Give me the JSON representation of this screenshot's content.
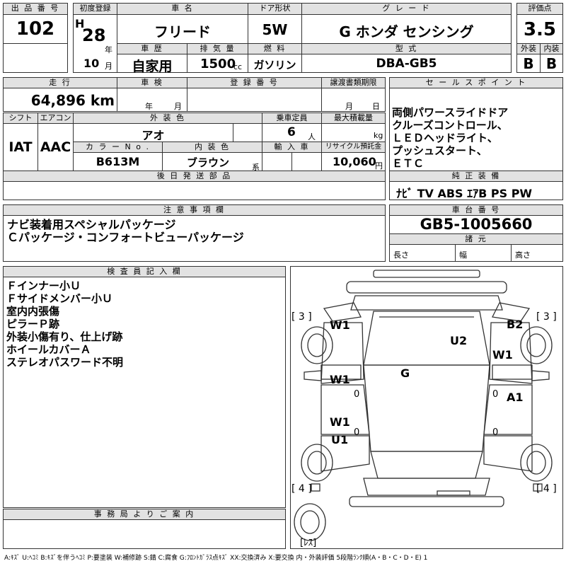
{
  "top": {
    "lot_label": "出 品 番 号",
    "lot_value": "102",
    "first_reg_label": "初度登録",
    "era": "H",
    "year": "28",
    "year_unit": "年",
    "month": "10",
    "month_unit": "月",
    "model_label": "車  名",
    "model": "フリード",
    "doors_label": "ドア形状",
    "doors": "5W",
    "grade_label": "グ レ ー ド",
    "grade": "G ホンダ センシング",
    "score_label": "評価点",
    "score": "3.5",
    "history_label": "車  歴",
    "history": "自家用",
    "displacement_label": "排 気 量",
    "displacement": "1500",
    "displacement_unit": "cc",
    "fuel_label": "燃  料",
    "fuel": "ガソリン",
    "type_label": "型  式",
    "type": "DBA-GB5",
    "exterior_label": "外装",
    "exterior": "B",
    "interior_label": "内装",
    "interior": "B"
  },
  "mid": {
    "mileage_label": "走  行",
    "mileage": "64,896 km",
    "inspection_label": "車  検",
    "inspection_year_unit": "年",
    "inspection_month_unit": "月",
    "reg_no_label": "登 録 番 号",
    "transfer_label": "譲渡書類期限",
    "transfer_month_unit": "月",
    "transfer_day_unit": "日",
    "shift_label": "シフト",
    "shift": "IAT",
    "ac_label": "エアコン",
    "ac": "AAC",
    "color_label": "外 装 色",
    "color": "アオ",
    "capacity_label": "乗車定員",
    "capacity": "6",
    "capacity_unit": "人",
    "load_label": "最大積載量",
    "load_unit": "kg",
    "color_no_label": "カ ラ ー N o .",
    "color_no": "B613M",
    "int_color_label": "内 装 色",
    "int_color": "ブラウン",
    "int_color_unit": "系",
    "import_label": "輸 入 車",
    "recycle_label": "リサイクル預託金",
    "recycle": "10,060",
    "recycle_unit": "円",
    "later_label": "後 日 発 送 部 品",
    "sales_label": "セ ー ル ス ポ イ ン ト",
    "sales_points": "両側パワースライドドア\nクルーズコントロール、\nＬＥＤヘッドライト、\nプッシュスタート、\nＥＴＣ",
    "equip_label": "純 正 装 備",
    "equipment": "ﾅﾋﾞ  TV  ABS ｴｱB PS PW"
  },
  "notes": {
    "label": "注 意 事 項 欄",
    "text": "ナビ装着用スペシャルパッケージ\nＣパッケージ・コンフォートビューパッケージ",
    "chassis_label": "車 台 番 号",
    "chassis": "GB5-1005660",
    "dims_label": "諸  元",
    "length": "長さ",
    "width": "幅",
    "height": "高さ"
  },
  "inspector": {
    "label": "検 査 員 記 入 欄",
    "text": "Ｆインナー小Ｕ\nＦサイドメンバー小Ｕ\n室内内張傷\nピラーＰ跡\n外装小傷有り、仕上げ跡\nホイールカバーＡ\nステレオパスワード不明"
  },
  "office": {
    "label": "事 務 局 よ り ご 案 内"
  },
  "diagram": {
    "tire_fl": "[ 3 ]",
    "tire_fr": "[ 3 ]",
    "tire_rl": "[ 4 ]",
    "tire_rr": "[ 4 ]",
    "spare": "[ﾚｽ]",
    "marks": [
      "W1",
      "B2",
      "U2",
      "W1",
      "G",
      "W1",
      "A1",
      "W1",
      "U1"
    ],
    "zeros": [
      "0",
      "0",
      "0",
      "0"
    ]
  },
  "footer": "A:ｷｽﾞ U:ﾍｺﾐ B:ｷｽﾞを伴うﾍｺﾐ P:要塗装 W:補修跡 S:錆 C:腐食 G:ﾌﾛﾝﾄｶﾞﾗｽ点ｷｽﾞ XX:交換済み X:要交換  内・外装評価 5段階ﾗﾝｸ順(A・B・C・D・E) 1"
}
